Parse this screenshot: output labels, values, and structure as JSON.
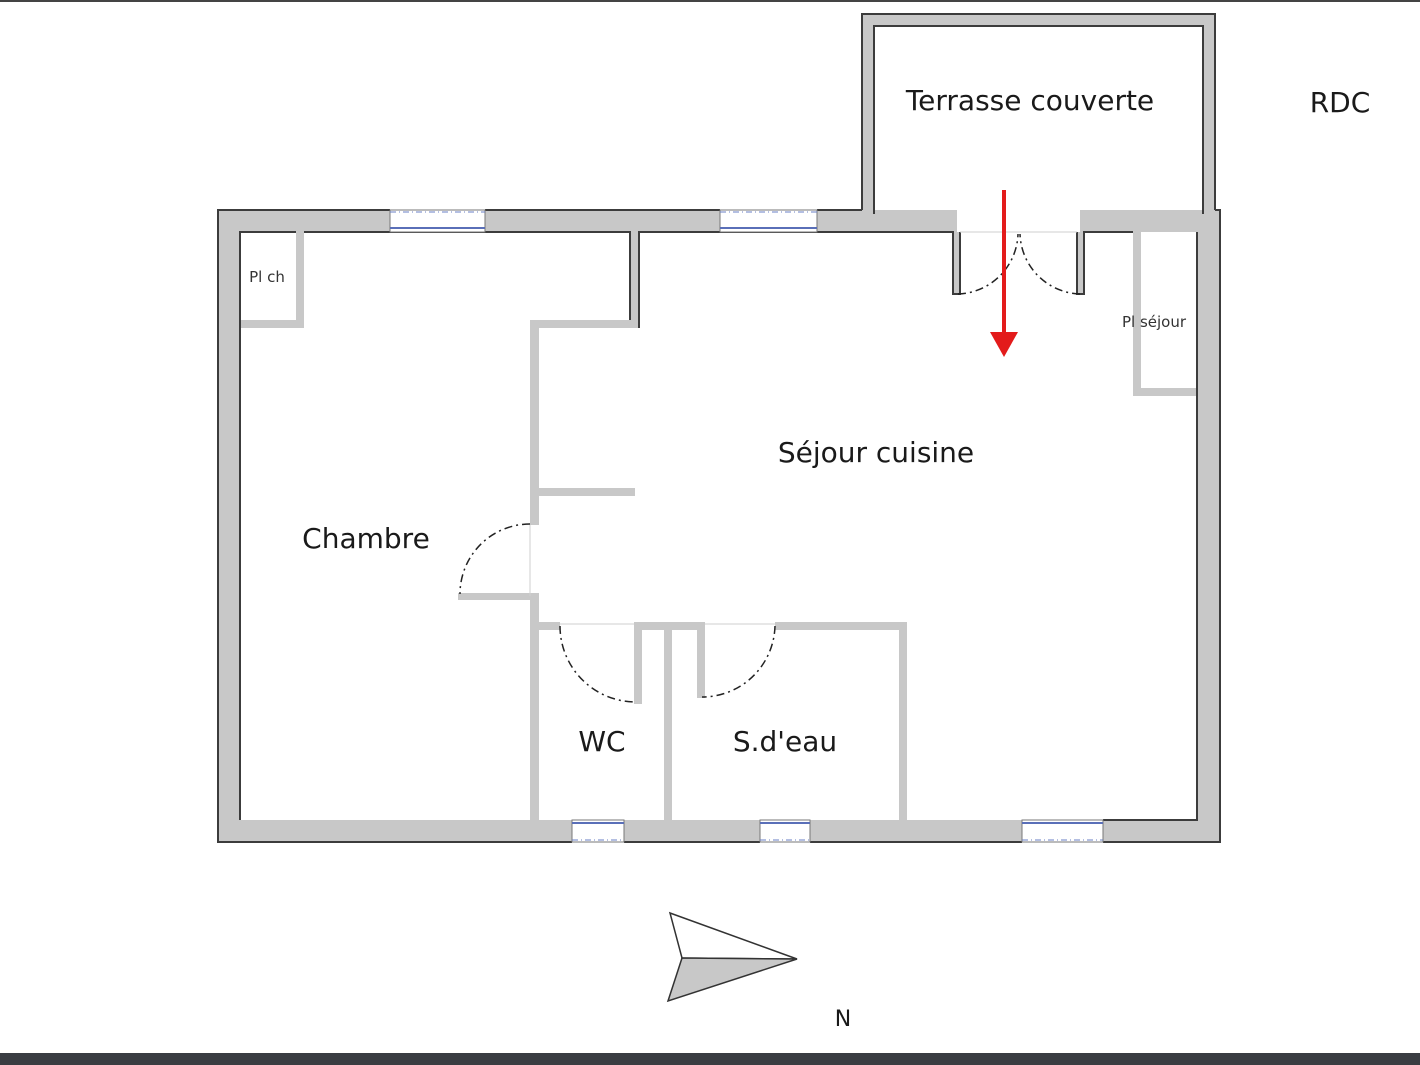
{
  "title": "RDC",
  "rooms": {
    "terrasse": "Terrasse couverte",
    "sejour": "Séjour cuisine",
    "chambre": "Chambre",
    "wc": "WC",
    "sdeau": "S.d'eau",
    "pl_ch": "Pl ch",
    "pl_sejour": "Pl séjour"
  },
  "compass": {
    "label": "N"
  },
  "colors": {
    "wall": "#c8c8c8",
    "entry_arrow": "#e31b1b",
    "window": "#5a6fb8"
  }
}
